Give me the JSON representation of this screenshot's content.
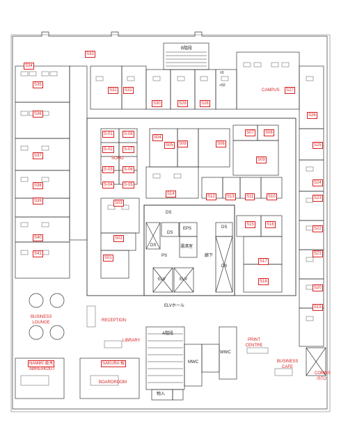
{
  "rooms": {
    "s534": "S34",
    "s533": "S33",
    "s535": "S35",
    "s536": "S36",
    "s537": "S37",
    "s538": "S38",
    "s539": "S39",
    "s540": "S40",
    "s541": "S41",
    "s532": "S32",
    "s531": "S31",
    "s530": "S30",
    "s529": "S29",
    "s528": "S28",
    "s527": "S27",
    "s526": "S26",
    "s525": "S25",
    "s524": "S24",
    "s523": "S23",
    "s522": "S22",
    "s521": "S21",
    "s520": "S20",
    "s519": "S19",
    "s501": "S01",
    "s502": "S02",
    "s503": "S03",
    "s504": "S04",
    "s505": "S05",
    "s506": "S06",
    "s507": "S07",
    "s508": "S08",
    "s509": "S09",
    "s510": "S10",
    "s511": "S11",
    "s512": "S12",
    "s513": "S13",
    "s514": "S14",
    "s515": "S15",
    "s516": "S16",
    "s517": "S17",
    "s518": "S18",
    "soho_s01": "S-01",
    "soho_s02": "S-02",
    "soho_s03": "S-03",
    "soho_s04": "S-04",
    "soho_s05": "S-05",
    "soho_s06": "S-06",
    "soho_s07": "S-07",
    "soho_s08": "S-08"
  },
  "labels": {
    "campus": "CAMPUS",
    "soho": "SOHO",
    "business_lounge": "BUSINESS LOUNGE",
    "reception": "RECEPTION",
    "library": "LIBRARY",
    "sakura": "SAKURA 桜",
    "boardroom": "BOARDROOM",
    "namiki": "NAMIKI 並木",
    "breakout": "ABREAKOUT",
    "print_centre": "PRINT CENTRE",
    "business_cafe": "BUSINESS CAFE",
    "comms": "COMMS /STO",
    "stair_b": "B階段",
    "stair_a": "A階段",
    "elv_hall": "ELVホール",
    "elv1": "ELV",
    "elv2": "ELV",
    "ds1": "DS",
    "ds2": "DS",
    "ds3": "DS",
    "ds4": "DS",
    "ds5": "DS",
    "eps": "EPS",
    "ps": "PS",
    "hot_water": "湯沸室",
    "corridor": "廊下",
    "mwc": "MWC",
    "wwc": "WWC",
    "storage": "物入",
    "lvl_pm0": "±0",
    "lvl_p50": "+50"
  }
}
